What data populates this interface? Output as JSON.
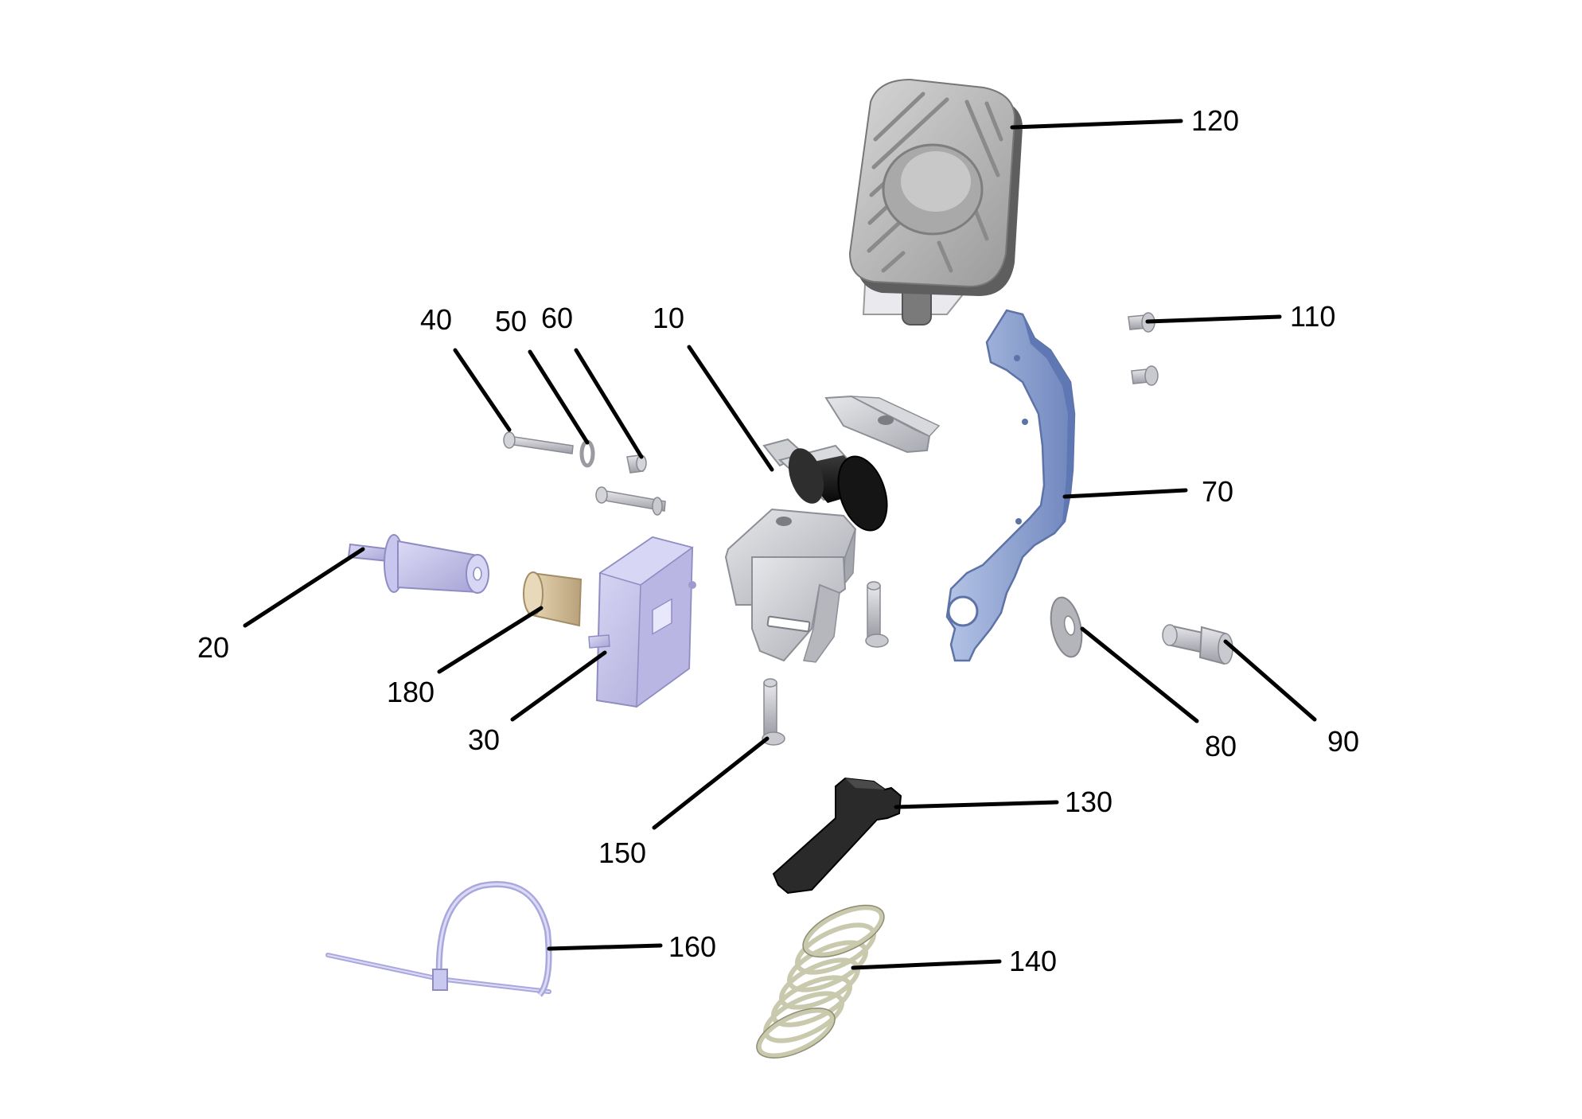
{
  "diagram": {
    "parts": [
      {
        "id": "p120",
        "label": "120"
      },
      {
        "id": "p110",
        "label": "110"
      },
      {
        "id": "p40",
        "label": "40"
      },
      {
        "id": "p50",
        "label": "50"
      },
      {
        "id": "p60",
        "label": "60"
      },
      {
        "id": "p10",
        "label": "10"
      },
      {
        "id": "p70",
        "label": "70"
      },
      {
        "id": "p20",
        "label": "20"
      },
      {
        "id": "p180",
        "label": "180"
      },
      {
        "id": "p30",
        "label": "30"
      },
      {
        "id": "p80",
        "label": "80"
      },
      {
        "id": "p90",
        "label": "90"
      },
      {
        "id": "p130",
        "label": "130"
      },
      {
        "id": "p150",
        "label": "150"
      },
      {
        "id": "p160",
        "label": "160"
      },
      {
        "id": "p140",
        "label": "140"
      }
    ]
  },
  "colors": {
    "background": "#ffffff",
    "leader": "#000000",
    "pad_grey": "#b9b9b9",
    "bracket_steel": "#c4c6cc",
    "lever_blue": "#93a8d6",
    "bushing_black": "#1a1a1a",
    "cap_tan": "#d8c4a2",
    "housing_lilac": "#c5c3ea",
    "spring_cream": "#dcdcc4",
    "tie_lilac": "#c9c8ee"
  }
}
